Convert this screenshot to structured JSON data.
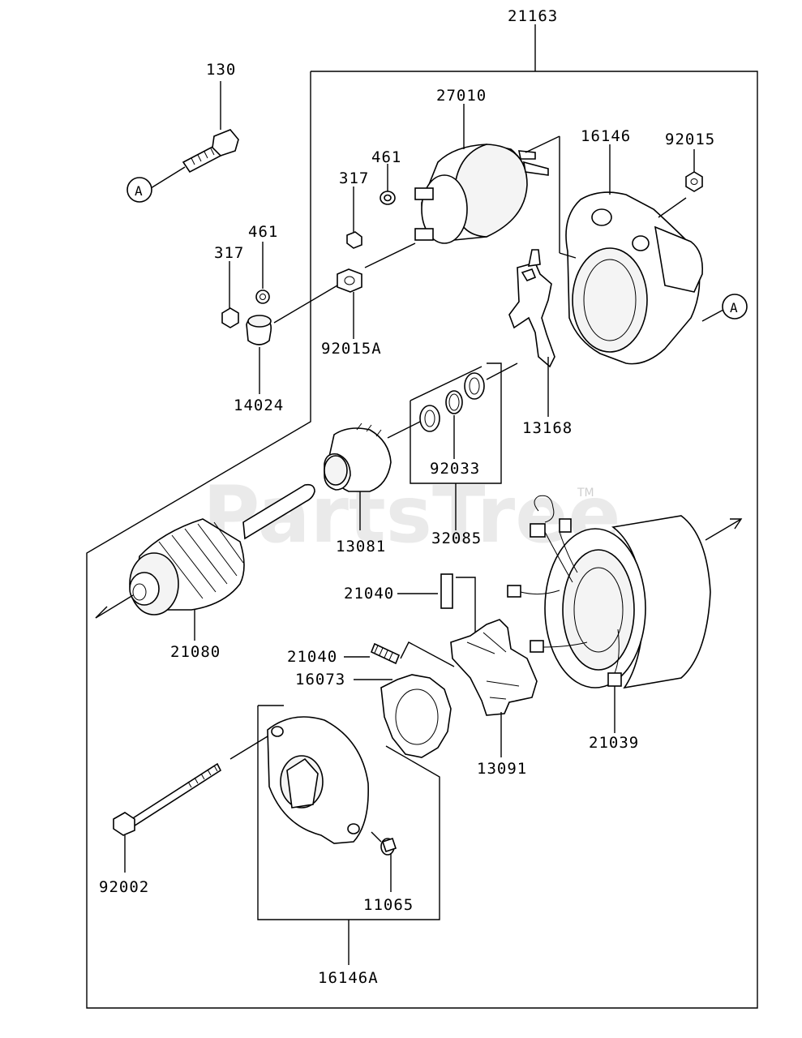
{
  "watermark": {
    "text": "PartsTree",
    "tm": "TM"
  },
  "callouts": {
    "ref_a": "A",
    "p21163": "21163",
    "p130": "130",
    "p27010": "27010",
    "p16146": "16146",
    "p92015": "92015",
    "p461_top": "461",
    "p317_top": "317",
    "p461_left": "461",
    "p317_left": "317",
    "p92015a": "92015A",
    "p14024": "14024",
    "p13168": "13168",
    "p92033": "92033",
    "p32085": "32085",
    "p13081": "13081",
    "p21080": "21080",
    "p21040_top": "21040",
    "p21040_mid": "21040",
    "p16073": "16073",
    "p13091": "13091",
    "p21039": "21039",
    "p92002": "92002",
    "p11065": "11065",
    "p16146a": "16146A"
  }
}
